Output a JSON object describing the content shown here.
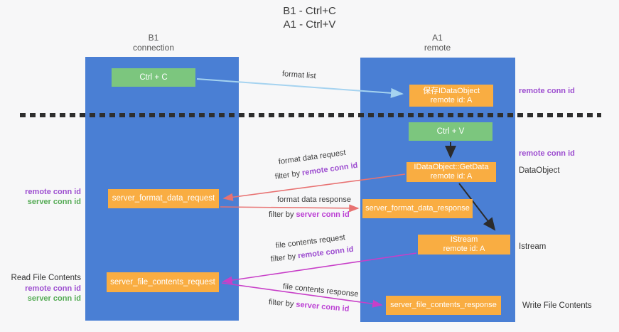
{
  "title": {
    "line1": "B1 - Ctrl+C",
    "line2": "A1 - Ctrl+V"
  },
  "columns": {
    "left": {
      "name": "B1",
      "role": "connection"
    },
    "right": {
      "name": "A1",
      "role": "remote"
    }
  },
  "nodes": {
    "ctrl_c": {
      "label": "Ctrl + C"
    },
    "save_idataobject": {
      "line1": "保存IDataObject",
      "line2": "remote id: A"
    },
    "ctrl_v": {
      "label": "Ctrl + V"
    },
    "getdata": {
      "line1": "IDataObject::GetData",
      "line2": "remote id: A"
    },
    "format_request": {
      "label": "server_format_data_request"
    },
    "format_response": {
      "label": "server_format_data_response"
    },
    "istream": {
      "line1": "IStream",
      "line2": "remote id: A"
    },
    "file_request": {
      "label": "server_file_contents_request"
    },
    "file_response": {
      "label": "server_file_contents_response"
    }
  },
  "left_labels": {
    "format_remote": "remote conn id",
    "format_server": "server conn id",
    "read_file": "Read File Contents",
    "file_remote": "remote conn id",
    "file_server": "server conn id"
  },
  "right_labels": {
    "conn_top": "remote conn id",
    "conn_mid": "remote conn id",
    "dataobject": "DataObject",
    "istream": "Istream",
    "write_file": "Write File Contents"
  },
  "edge_labels": {
    "format_list": "format list",
    "format_request": "format data request",
    "format_request_filter_prefix": "filter by ",
    "format_request_filter_key": "remote conn id",
    "format_response": "format data response",
    "format_response_filter_prefix": "filter by ",
    "format_response_filter_key": "server conn id",
    "file_request": "file contents request",
    "file_request_filter_prefix": "filter by ",
    "file_request_filter_key": "remote conn id",
    "file_response": "file contents response",
    "file_response_filter_prefix": "filter by ",
    "file_response_filter_key": "server conn id"
  },
  "colors": {
    "column_blue": "#4a7fd4",
    "node_green": "#7cc67e",
    "node_orange": "#f9ad42",
    "label_purple": "#9d4ed0",
    "label_green": "#55ab55",
    "filter_magenta": "#bb3fd4",
    "arrow_salmon": "#e87272",
    "arrow_magenta": "#c83fc8",
    "arrow_lightblue": "#a5d3f0",
    "arrow_black": "#2b2b2b"
  }
}
